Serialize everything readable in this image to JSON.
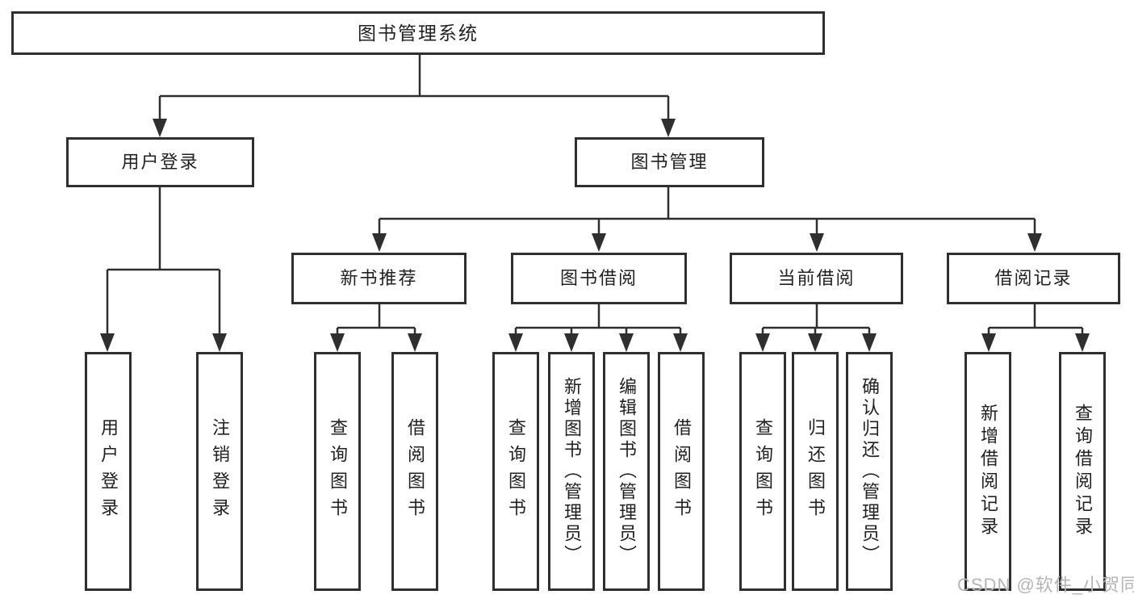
{
  "colors": {
    "line": "#2f2f2f",
    "text": "#212121",
    "box_background": "#ffffff",
    "page_background": "#ffffff",
    "watermark": "#b5b5b5"
  },
  "tree": {
    "root": {
      "label": "图书管理系统"
    },
    "branches": [
      {
        "label": "用户登录",
        "children": [
          {
            "label": "用户登录"
          },
          {
            "label": "注销登录"
          }
        ]
      },
      {
        "label": "图书管理",
        "children": [
          {
            "label": "新书推荐",
            "children": [
              {
                "label": "查询图书"
              },
              {
                "label": "借阅图书"
              }
            ]
          },
          {
            "label": "图书借阅",
            "children": [
              {
                "label": "查询图书"
              },
              {
                "label": "新增图书（管理员）"
              },
              {
                "label": "编辑图书（管理员）"
              },
              {
                "label": "借阅图书"
              }
            ]
          },
          {
            "label": "当前借阅",
            "children": [
              {
                "label": "查询图书"
              },
              {
                "label": "归还图书"
              },
              {
                "label": "确认归还（管理员）"
              }
            ]
          },
          {
            "label": "借阅记录",
            "children": [
              {
                "label": "新增借阅记录"
              },
              {
                "label": "查询借阅记录"
              }
            ]
          }
        ]
      }
    ]
  },
  "watermark": {
    "text": "CSDN @软件_小贺同学"
  }
}
